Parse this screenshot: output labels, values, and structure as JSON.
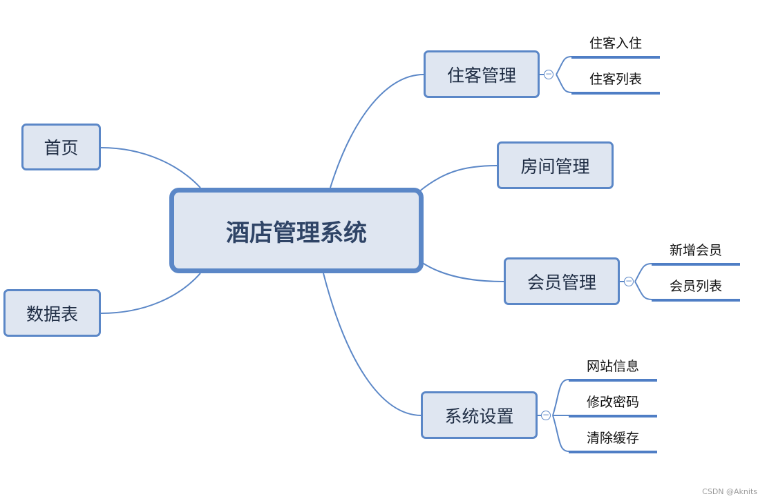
{
  "root": {
    "label": "酒店管理系统"
  },
  "branches": {
    "home": {
      "label": "首页"
    },
    "data_table": {
      "label": "数据表"
    },
    "guest_mgmt": {
      "label": "住客管理",
      "children": [
        "住客入住",
        "住客列表"
      ],
      "collapse_glyph": "−"
    },
    "room_mgmt": {
      "label": "房间管理"
    },
    "member_mgmt": {
      "label": "会员管理",
      "children": [
        "新增会员",
        "会员列表"
      ],
      "collapse_glyph": "−"
    },
    "system_settings": {
      "label": "系统设置",
      "children": [
        "网站信息",
        "修改密码",
        "清除缓存"
      ],
      "collapse_glyph": "−"
    }
  },
  "watermark": "CSDN @Aknits",
  "colors": {
    "node_fill": "#dfe6f1",
    "node_border": "#5b87c7",
    "connector": "#5b87c7",
    "leaf_underline": "#4f7ec5"
  }
}
